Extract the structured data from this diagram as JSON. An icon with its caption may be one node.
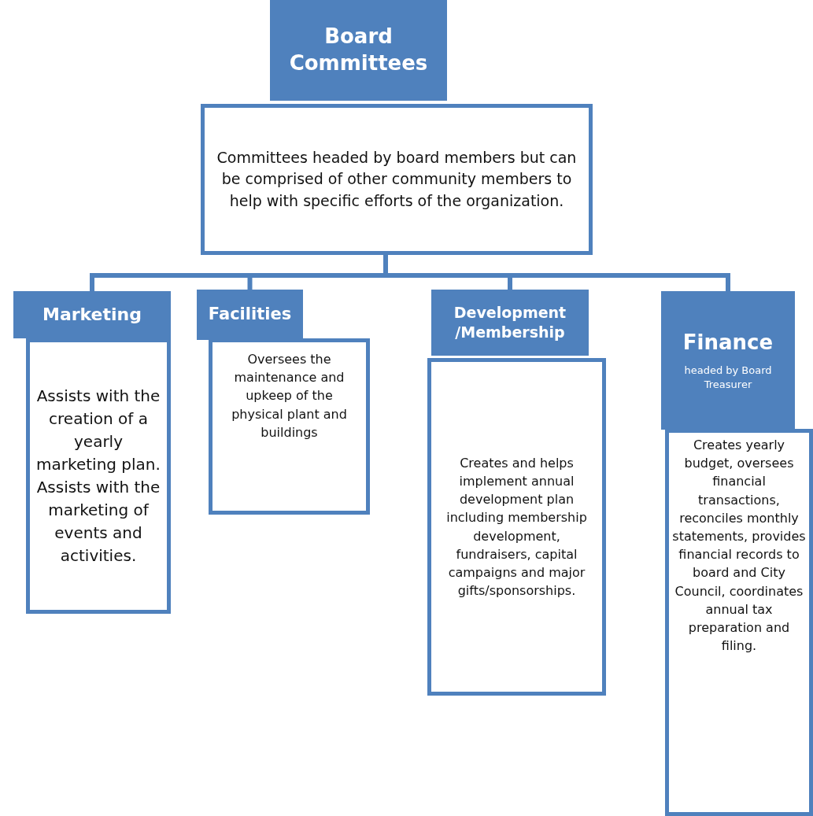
{
  "diagram": {
    "nodes": [
      {
        "text": [
          "Board Committees",
          "Committees headed by board members but can be comprised of other community members to help with specific efforts of the organization."
        ]
      },
      {
        "text": [
          "Marketing",
          "Assists with the creation of a yearly marketing plan. Assists with the marketing of events and activities."
        ]
      },
      {
        "text": [
          "Facilities",
          "Oversees the maintenance and upkeep of the physical plant and buildings"
        ]
      },
      {
        "text": [
          "Development /Membership",
          "Creates and helps implement annual development plan including membership development, fundraisers, capital campaigns and major gifts/sponsorships."
        ]
      },
      {
        "text": [
          "Finance",
          "headed by Board Treasurer",
          "Creates yearly budget, oversees financial transactions, reconciles monthly statements, provides financial records to board and City Council, coordinates annual tax preparation and filing."
        ]
      }
    ],
    "edges": [
      {
        "from": 0,
        "to": 1,
        "arrow": "none"
      },
      {
        "from": 0,
        "to": 2,
        "arrow": "none"
      },
      {
        "from": 0,
        "to": 3,
        "arrow": "none"
      },
      {
        "from": 0,
        "to": 4,
        "arrow": "none"
      }
    ]
  }
}
